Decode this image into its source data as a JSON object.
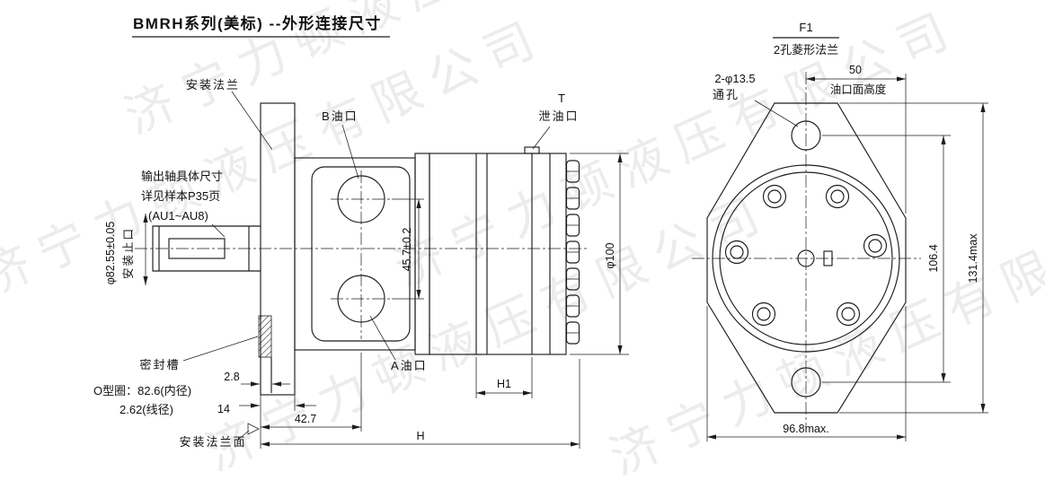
{
  "title": "BMRH系列(美标) --外形连接尺寸",
  "watermark": "济宁力顿液压有限公司",
  "side_view": {
    "labels": {
      "mounting_flange": "安装法兰",
      "shaft_note1": "输出轴具体尺寸",
      "shaft_note2": "详见样本P35页",
      "shaft_note3": "(AU1~AU8)",
      "spigot_dia": "φ82.55±0.05",
      "spigot_name": "安装止口",
      "port_b": "B油口",
      "drain_t": "T",
      "drain_name": "泄油口",
      "port_a": "A油口",
      "seal_groove": "密封槽",
      "o_ring1": "O型圈：82.6(内径)",
      "o_ring2": "2.62(线径)",
      "mounting_face": "安装法兰面"
    },
    "dims": {
      "port_spacing": "45.7±0.2",
      "body_dia": "φ100",
      "groove_depth": "2.8",
      "flange_thickness": "14",
      "port_offset": "42.7",
      "overall_length": "H",
      "rear_length": "H1"
    }
  },
  "front_view": {
    "labels": {
      "f1": "F1",
      "flange_type": "2孔菱形法兰",
      "holes1": "2-φ13.5",
      "holes2": "通孔",
      "port_face_height": "油口面高度"
    },
    "dims": {
      "center_to_face": "50",
      "hole_spacing": "106.4",
      "overall_height": "131.4max",
      "overall_width": "96.8max."
    }
  }
}
